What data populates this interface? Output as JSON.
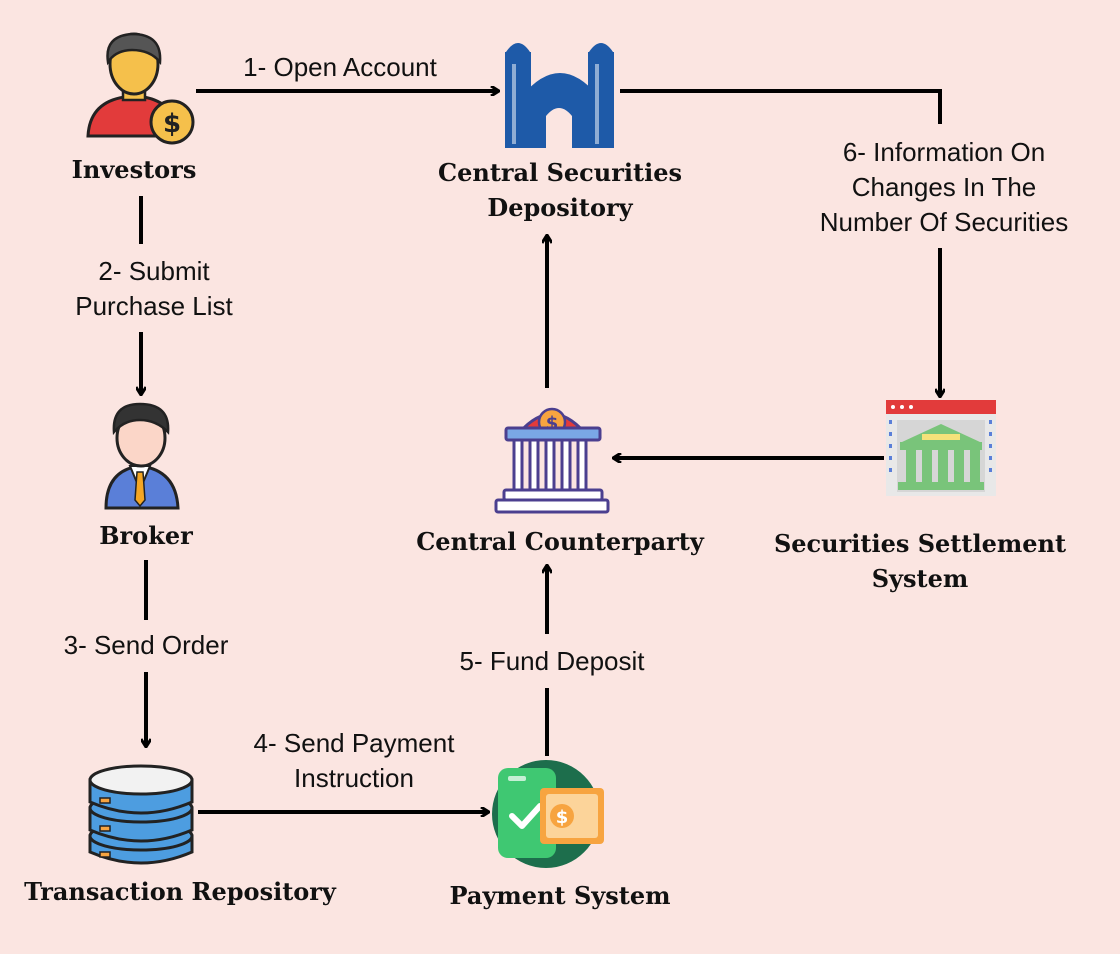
{
  "colors": {
    "background": "#fbe5e1",
    "arrow": "#000000",
    "building_blue": "#1e5aa8",
    "bank_purple": "#4b3f8f",
    "settlement_red": "#e23b3b",
    "settlement_green": "#79c47a",
    "database_blue": "#4d9de0",
    "payment_green": "#3fc872",
    "coin_orange": "#f7a440"
  },
  "nodes": {
    "investors": {
      "label": "Investors",
      "icon": "investor-person-icon"
    },
    "csd": {
      "label_line1": "Central Securities",
      "label_line2": "Depository",
      "icon": "depository-building-icon"
    },
    "broker": {
      "label": "Broker",
      "icon": "broker-person-icon"
    },
    "ccp": {
      "label": "Central Counterparty",
      "icon": "bank-building-icon"
    },
    "sss": {
      "label_line1": "Securities Settlement",
      "label_line2": "System",
      "icon": "settlement-window-icon"
    },
    "repository": {
      "label": "Transaction Repository",
      "icon": "database-icon"
    },
    "payment": {
      "label": "Payment System",
      "icon": "payment-phone-icon"
    }
  },
  "edges": {
    "e1": {
      "label": "1- Open Account"
    },
    "e2": {
      "line1": "2- Submit",
      "line2": "Purchase List"
    },
    "e3": {
      "label": "3- Send Order"
    },
    "e4": {
      "line1": "4- Send Payment",
      "line2": "Instruction"
    },
    "e5": {
      "label": "5- Fund Deposit"
    },
    "e6": {
      "line1": "6- Information On",
      "line2": "Changes In The",
      "line3": "Number Of Securities"
    }
  }
}
